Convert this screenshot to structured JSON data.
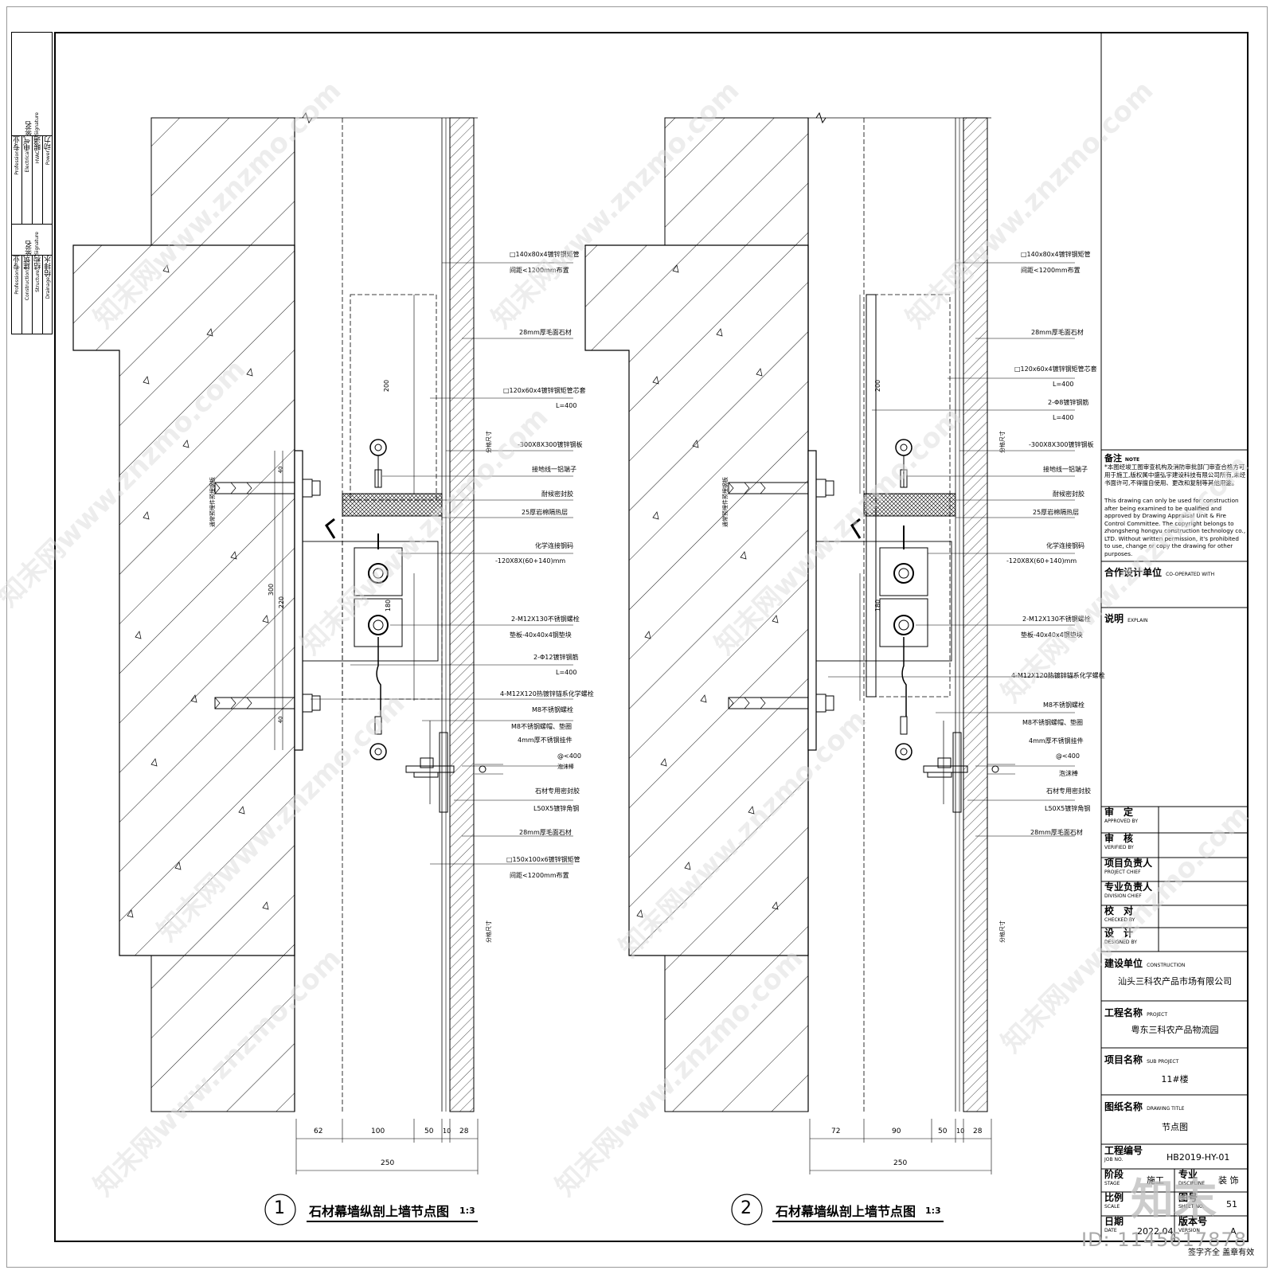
{
  "left_strip": {
    "top_block": {
      "h_profession": "专业",
      "h_profession_en": "Profession",
      "h_sign": "签名",
      "h_sign_en": "Signature",
      "rows": [
        {
          "cn": "电气",
          "en": "Electrical"
        },
        {
          "cn": "暖通",
          "en": "HVAC"
        },
        {
          "cn": "动力",
          "en": "Power"
        }
      ]
    },
    "bottom_block": {
      "h_profession": "专业",
      "h_profession_en": "Profession",
      "h_sign": "签名",
      "h_sign_en": "Signature",
      "rows": [
        {
          "cn": "建筑",
          "en": "Construction"
        },
        {
          "cn": "结构",
          "en": "Structure"
        },
        {
          "cn": "给排水",
          "en": "Drainage"
        }
      ]
    }
  },
  "detail1": {
    "labels": [
      "□140x80x4镀锌钢矩管",
      "间距<1200mm布置",
      "28mm厚毛面石材",
      "□120x60x4镀锌钢矩管芯套",
      "L=400",
      "-300X8X300镀锌钢板",
      "接地线一铝端子",
      "耐候密封胶",
      "25厚岩棉隔热层",
      "化学连接钢码",
      "-120X8X(60+140)mm",
      "2-M12X130不锈钢螺栓",
      "垫板-40x40x4钢垫块",
      "2-Φ12镀锌钢筋",
      "L=400",
      "4-M12X120热镀锌锚系化学螺栓",
      "M8不锈钢螺栓",
      "M8不锈钢螺帽、垫圈",
      "4mm厚不锈钢挂件",
      "@<400",
      "泡沫棒",
      "石材专用密封胶",
      "L50X5镀锌角钢",
      "28mm厚毛面石材",
      "□150x100x6镀锌钢矩管",
      "间距<1200mm布置"
    ],
    "dims": [
      "200",
      "180",
      "220",
      "300",
      "40",
      "40"
    ],
    "side_note": "通常预埋件预埋钢板",
    "bottom_dims": [
      "62",
      "100",
      "50",
      "10",
      "28"
    ],
    "total_dim": "250",
    "vertical_note": "分格尺寸",
    "number": "1",
    "title": "石材幕墙纵剖上墙节点图",
    "scale": "1:3"
  },
  "detail2": {
    "labels": [
      "□140x80x4镀锌钢矩管",
      "间距<1200mm布置",
      "28mm厚毛面石材",
      "□120x60x4镀锌钢矩管芯套",
      "L=400",
      "2-Φ8镀锌钢筋",
      "L=400",
      "-300X8X300镀锌钢板",
      "接地线一铝端子",
      "耐候密封胶",
      "25厚岩棉隔热层",
      "化学连接钢码",
      "-120X8X(60+140)mm",
      "2-M12X130不锈钢螺栓",
      "垫板-40x40x4钢垫块",
      "4-M12X120热镀锌锚系化学螺栓",
      "M8不锈钢螺栓",
      "M8不锈钢螺帽、垫圈",
      "4mm厚不锈钢挂件",
      "@<400",
      "泡沫棒",
      "石材专用密封胶",
      "L50X5镀锌角钢",
      "28mm厚毛面石材"
    ],
    "dims": [
      "200",
      "180"
    ],
    "side_note": "通常预埋件预埋钢板",
    "bottom_dims": [
      "72",
      "90",
      "50",
      "10",
      "28"
    ],
    "total_dim": "250",
    "vertical_note": "分格尺寸",
    "number": "2",
    "title": "石材幕墙纵剖上墙节点图",
    "scale": "1:3"
  },
  "title_block": {
    "note_title": "备注",
    "note_title_en": "NOTE",
    "note_cn": "*本图经竣工图审查机构及消防审批部门审查合格方可用于施工,版权属中盛弘宇建设科技有限公司所有,未经书面许可,不得擅自使用、更改和复制等其他用途。",
    "note_en": "This drawing can only be used for construction after being examined to be qualified and approved by Drawing Appraisal Unit & Fire Control Committee. The copyright belongs to zhongsheng hongyu construction technology co., LTD. Without written permission, it's prohibited to use, change or copy the drawing for other purposes.",
    "co_label": "合作设计单位",
    "co_label_en": "CO-OPERATED WITH",
    "explain_label": "说明",
    "explain_label_en": "EXPLAIN",
    "roles": [
      {
        "cn": "审　定",
        "en": "APPROVED BY"
      },
      {
        "cn": "审　核",
        "en": "VERIFIED BY"
      },
      {
        "cn": "项目负责人",
        "en": "PROJECT CHIEF"
      },
      {
        "cn": "专业负责人",
        "en": "DIVISION CHIEF"
      },
      {
        "cn": "校　对",
        "en": "CHECKED BY"
      },
      {
        "cn": "设　计",
        "en": "DESIGNED BY"
      }
    ],
    "construction_label": "建设单位",
    "construction_label_en": "CONSTRUCTION",
    "construction_value": "汕头三科农产品市场有限公司",
    "project_label": "工程名称",
    "project_label_en": "PROJECT",
    "project_value": "粤东三科农产品物流园",
    "subproject_label": "项目名称",
    "subproject_label_en": "SUB PROJECT",
    "subproject_value": "11#楼",
    "drawing_title_label": "图纸名称",
    "drawing_title_label_en": "DRAWING TITLE",
    "drawing_title_value": "节点图",
    "job_label": "工程编号",
    "job_label_en": "JOB NO.",
    "job_value": "HB2019-HY-01",
    "stage_label": "阶段",
    "stage_label_en": "STAGE",
    "stage_value": "施工",
    "discipline_label": "专业",
    "discipline_label_en": "DISCIPLINE",
    "discipline_value": "装 饰",
    "scale_label": "比例",
    "scale_label_en": "SCALE",
    "scale_value": "",
    "sheet_label": "图号",
    "sheet_label_en": "SHEET NO.",
    "sheet_value": "51",
    "date_label": "日期",
    "date_label_en": "DATE",
    "date_value": "2022.04",
    "version_label": "版本号",
    "version_label_en": "VERSION",
    "version_value": "A",
    "footer": "签字齐全  盖章有效"
  },
  "watermark": {
    "brand": "知末",
    "id_text": "ID: 1145617878",
    "repeat_text": "知末网www.znzmo.com"
  },
  "colors": {
    "line": "#000000",
    "watermark": "#c8c8c8"
  }
}
